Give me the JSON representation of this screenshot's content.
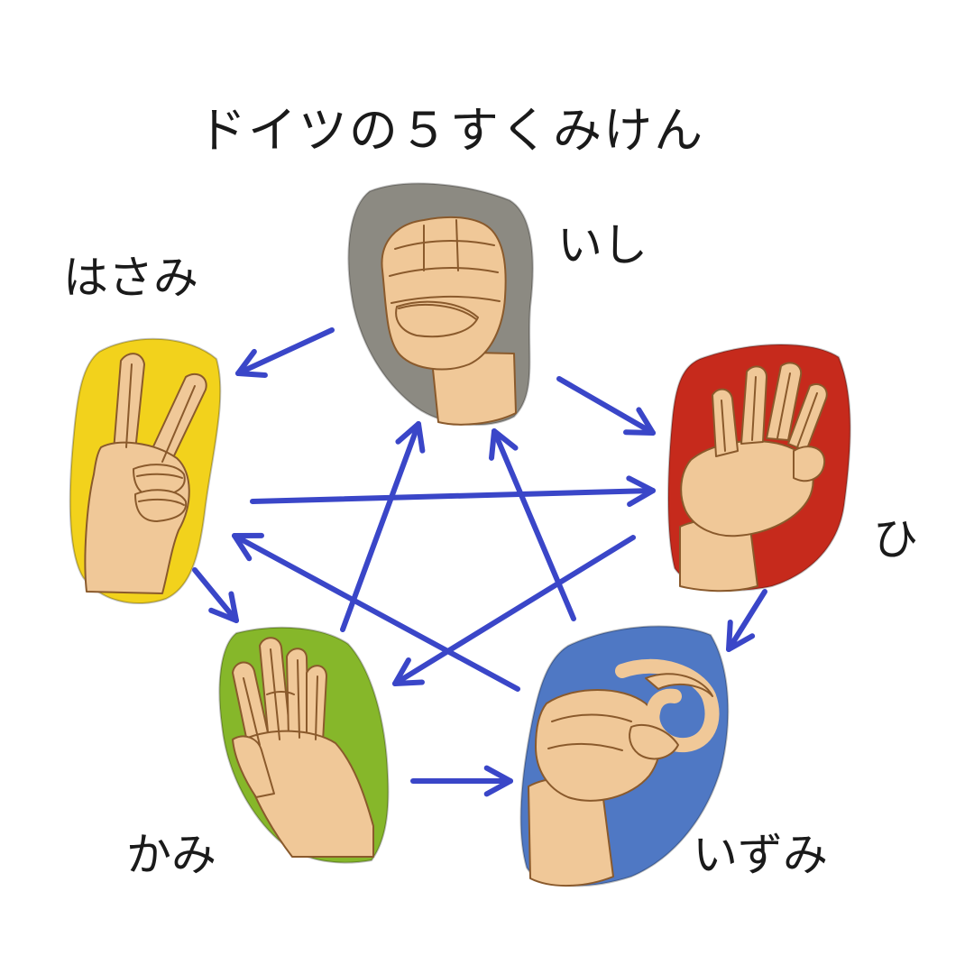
{
  "title": "ドイツの５すくみけん",
  "hands": {
    "ishi": {
      "label": "いし",
      "color": "#8c8a82",
      "icon": "fist-hand-icon"
    },
    "hasami": {
      "label": "はさみ",
      "color": "#f2d21c",
      "icon": "scissors-hand-icon"
    },
    "hi": {
      "label": "ひ",
      "color": "#c62a1c",
      "icon": "fire-hand-icon"
    },
    "kami": {
      "label": "かみ",
      "color": "#86b72a",
      "icon": "paper-hand-icon"
    },
    "izumi": {
      "label": "いずみ",
      "color": "#4f78c4",
      "icon": "well-hand-icon"
    }
  },
  "relations": [
    {
      "from": "ishi",
      "to": "hasami"
    },
    {
      "from": "ishi",
      "to": "hi"
    },
    {
      "from": "hasami",
      "to": "hi"
    },
    {
      "from": "hasami",
      "to": "kami"
    },
    {
      "from": "hi",
      "to": "izumi"
    },
    {
      "from": "hi",
      "to": "kami"
    },
    {
      "from": "kami",
      "to": "izumi"
    },
    {
      "from": "kami",
      "to": "ishi"
    },
    {
      "from": "izumi",
      "to": "ishi"
    },
    {
      "from": "izumi",
      "to": "hasami"
    }
  ],
  "arrow_color": "#3a46c8",
  "skin_color": "#f0c898"
}
